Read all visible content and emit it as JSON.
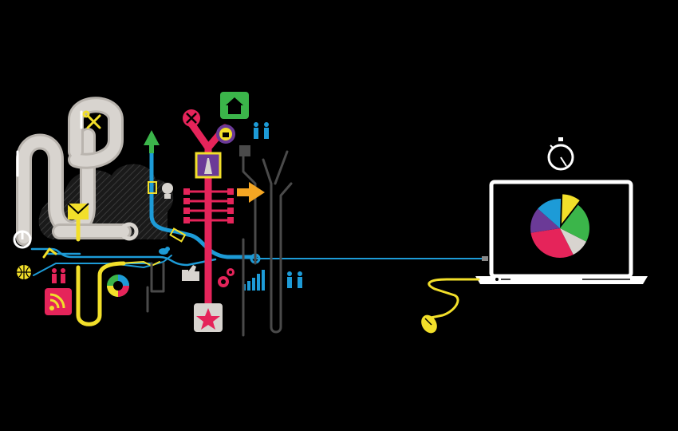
{
  "colors": {
    "background": "#000000",
    "pipe_gray": "#d8d4cf",
    "pipe_gray_dark": "#b9b4ae",
    "accent_blue": "#1d9bd7",
    "accent_red": "#e5245a",
    "accent_yellow": "#f2df2a",
    "accent_green": "#3bb54a",
    "accent_purple": "#6b3a97",
    "wire_gray": "#4a4a4a",
    "white": "#ffffff",
    "orange": "#f36f21"
  },
  "icons": [
    "power-icon",
    "globe-icon",
    "rss-icon",
    "people-icon",
    "mail-icon",
    "tools-icon",
    "lightbulb-icon",
    "bird-icon",
    "thumbs-up-icon",
    "gear-icon",
    "bar-chart-icon",
    "home-icon",
    "no-entry-icon",
    "highway-sign-icon",
    "star-icon",
    "arrow-up-icon",
    "arrow-right-icon",
    "stopwatch-icon",
    "pie-chart-icon",
    "laptop-icon",
    "mouse-icon",
    "color-wheel-icon"
  ],
  "pie_chart": {
    "slices": [
      {
        "color": "#e5245a",
        "value": 30
      },
      {
        "color": "#6b3a97",
        "value": 14
      },
      {
        "color": "#1d9bd7",
        "value": 14
      },
      {
        "color": "#f2df2a",
        "value": 10
      },
      {
        "color": "#3bb54a",
        "value": 22
      },
      {
        "color": "#d8d4cf",
        "value": 10
      }
    ]
  }
}
